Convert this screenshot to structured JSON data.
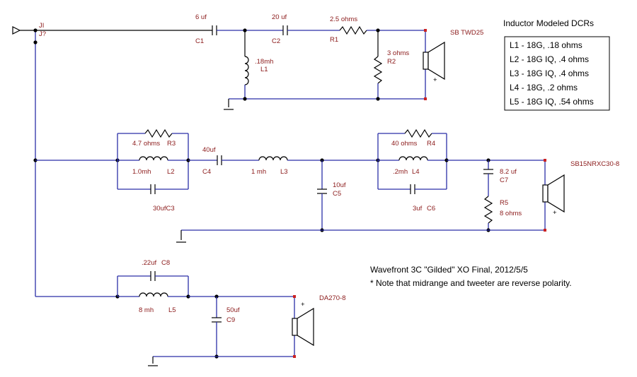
{
  "connector": {
    "ref": "JI",
    "sub": "J?"
  },
  "tweeter": {
    "c1": {
      "value": "6 uf",
      "ref": "C1"
    },
    "c2": {
      "value": "20 uf",
      "ref": "C2"
    },
    "r1": {
      "value": "2.5 ohms",
      "ref": "R1"
    },
    "l1": {
      "value": ".18mh",
      "ref": "L1"
    },
    "r2": {
      "value": "3 ohms",
      "ref": "R2"
    },
    "speaker": "SB TWD25"
  },
  "midrange": {
    "r3": {
      "value": "4.7 ohms",
      "ref": "R3"
    },
    "l2": {
      "value": "1.0mh",
      "ref": "L2"
    },
    "c3": {
      "label": "30ufC3"
    },
    "c4": {
      "value": "40uf",
      "ref": "C4"
    },
    "l3": {
      "value": "1 mh",
      "ref": "L3"
    },
    "c5": {
      "value": "10uf",
      "ref": "C5"
    },
    "r4": {
      "value": "40 ohms",
      "ref": "R4"
    },
    "l4": {
      "value": ".2mh",
      "ref": "L4"
    },
    "c6": {
      "value": "3uf",
      "ref": "C6"
    },
    "c7": {
      "value": "8.2 uf",
      "ref": "C7"
    },
    "r5": {
      "value": "8 ohms",
      "ref": "R5"
    },
    "speaker": "SB15NRXC30-8"
  },
  "woofer": {
    "c8": {
      "value": ".22uf",
      "ref": "C8"
    },
    "l5": {
      "value": "8 mh",
      "ref": "L5"
    },
    "c9": {
      "value": "50uf",
      "ref": "C9"
    },
    "speaker": "DA270-8"
  },
  "dcr_box": {
    "title": "Inductor Modeled DCRs",
    "lines": [
      "L1 - 18G, .18 ohms",
      "L2 - 18G IQ, .4 ohms",
      "L3 - 18G IQ, .4 ohms",
      "L4 - 18G, .2 ohms",
      "L5 - 18G IQ, .54 ohms"
    ]
  },
  "notes": {
    "title": "Wavefront 3C \"Gilded\" XO Final, 2012/5/5",
    "note": "* Note that midrange and tweeter are reverse polarity."
  },
  "symbols": {
    "plus": "+"
  }
}
